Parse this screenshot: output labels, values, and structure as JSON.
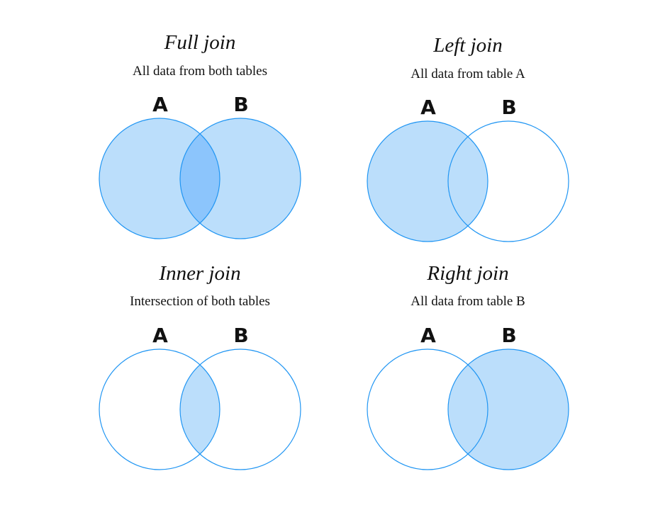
{
  "colors": {
    "fill": "#bbdefb",
    "intersection_full": "#8cc5fc",
    "stroke": "#2196f3",
    "text": "#111111"
  },
  "panels": [
    {
      "id": "full",
      "title": "Full join",
      "subtitle": "All data from both tables",
      "label_a": "A",
      "label_b": "B",
      "fill_a": true,
      "fill_b": true,
      "fill_intersection": true
    },
    {
      "id": "left",
      "title": "Left join",
      "subtitle": "All data from table A",
      "label_a": "A",
      "label_b": "B",
      "fill_a": true,
      "fill_b": false,
      "fill_intersection": true
    },
    {
      "id": "inner",
      "title": "Inner join",
      "subtitle": "Intersection of both tables",
      "label_a": "A",
      "label_b": "B",
      "fill_a": false,
      "fill_b": false,
      "fill_intersection": true
    },
    {
      "id": "right",
      "title": "Right join",
      "subtitle": "All data from table B",
      "label_a": "A",
      "label_b": "B",
      "fill_a": false,
      "fill_b": true,
      "fill_intersection": true
    }
  ]
}
